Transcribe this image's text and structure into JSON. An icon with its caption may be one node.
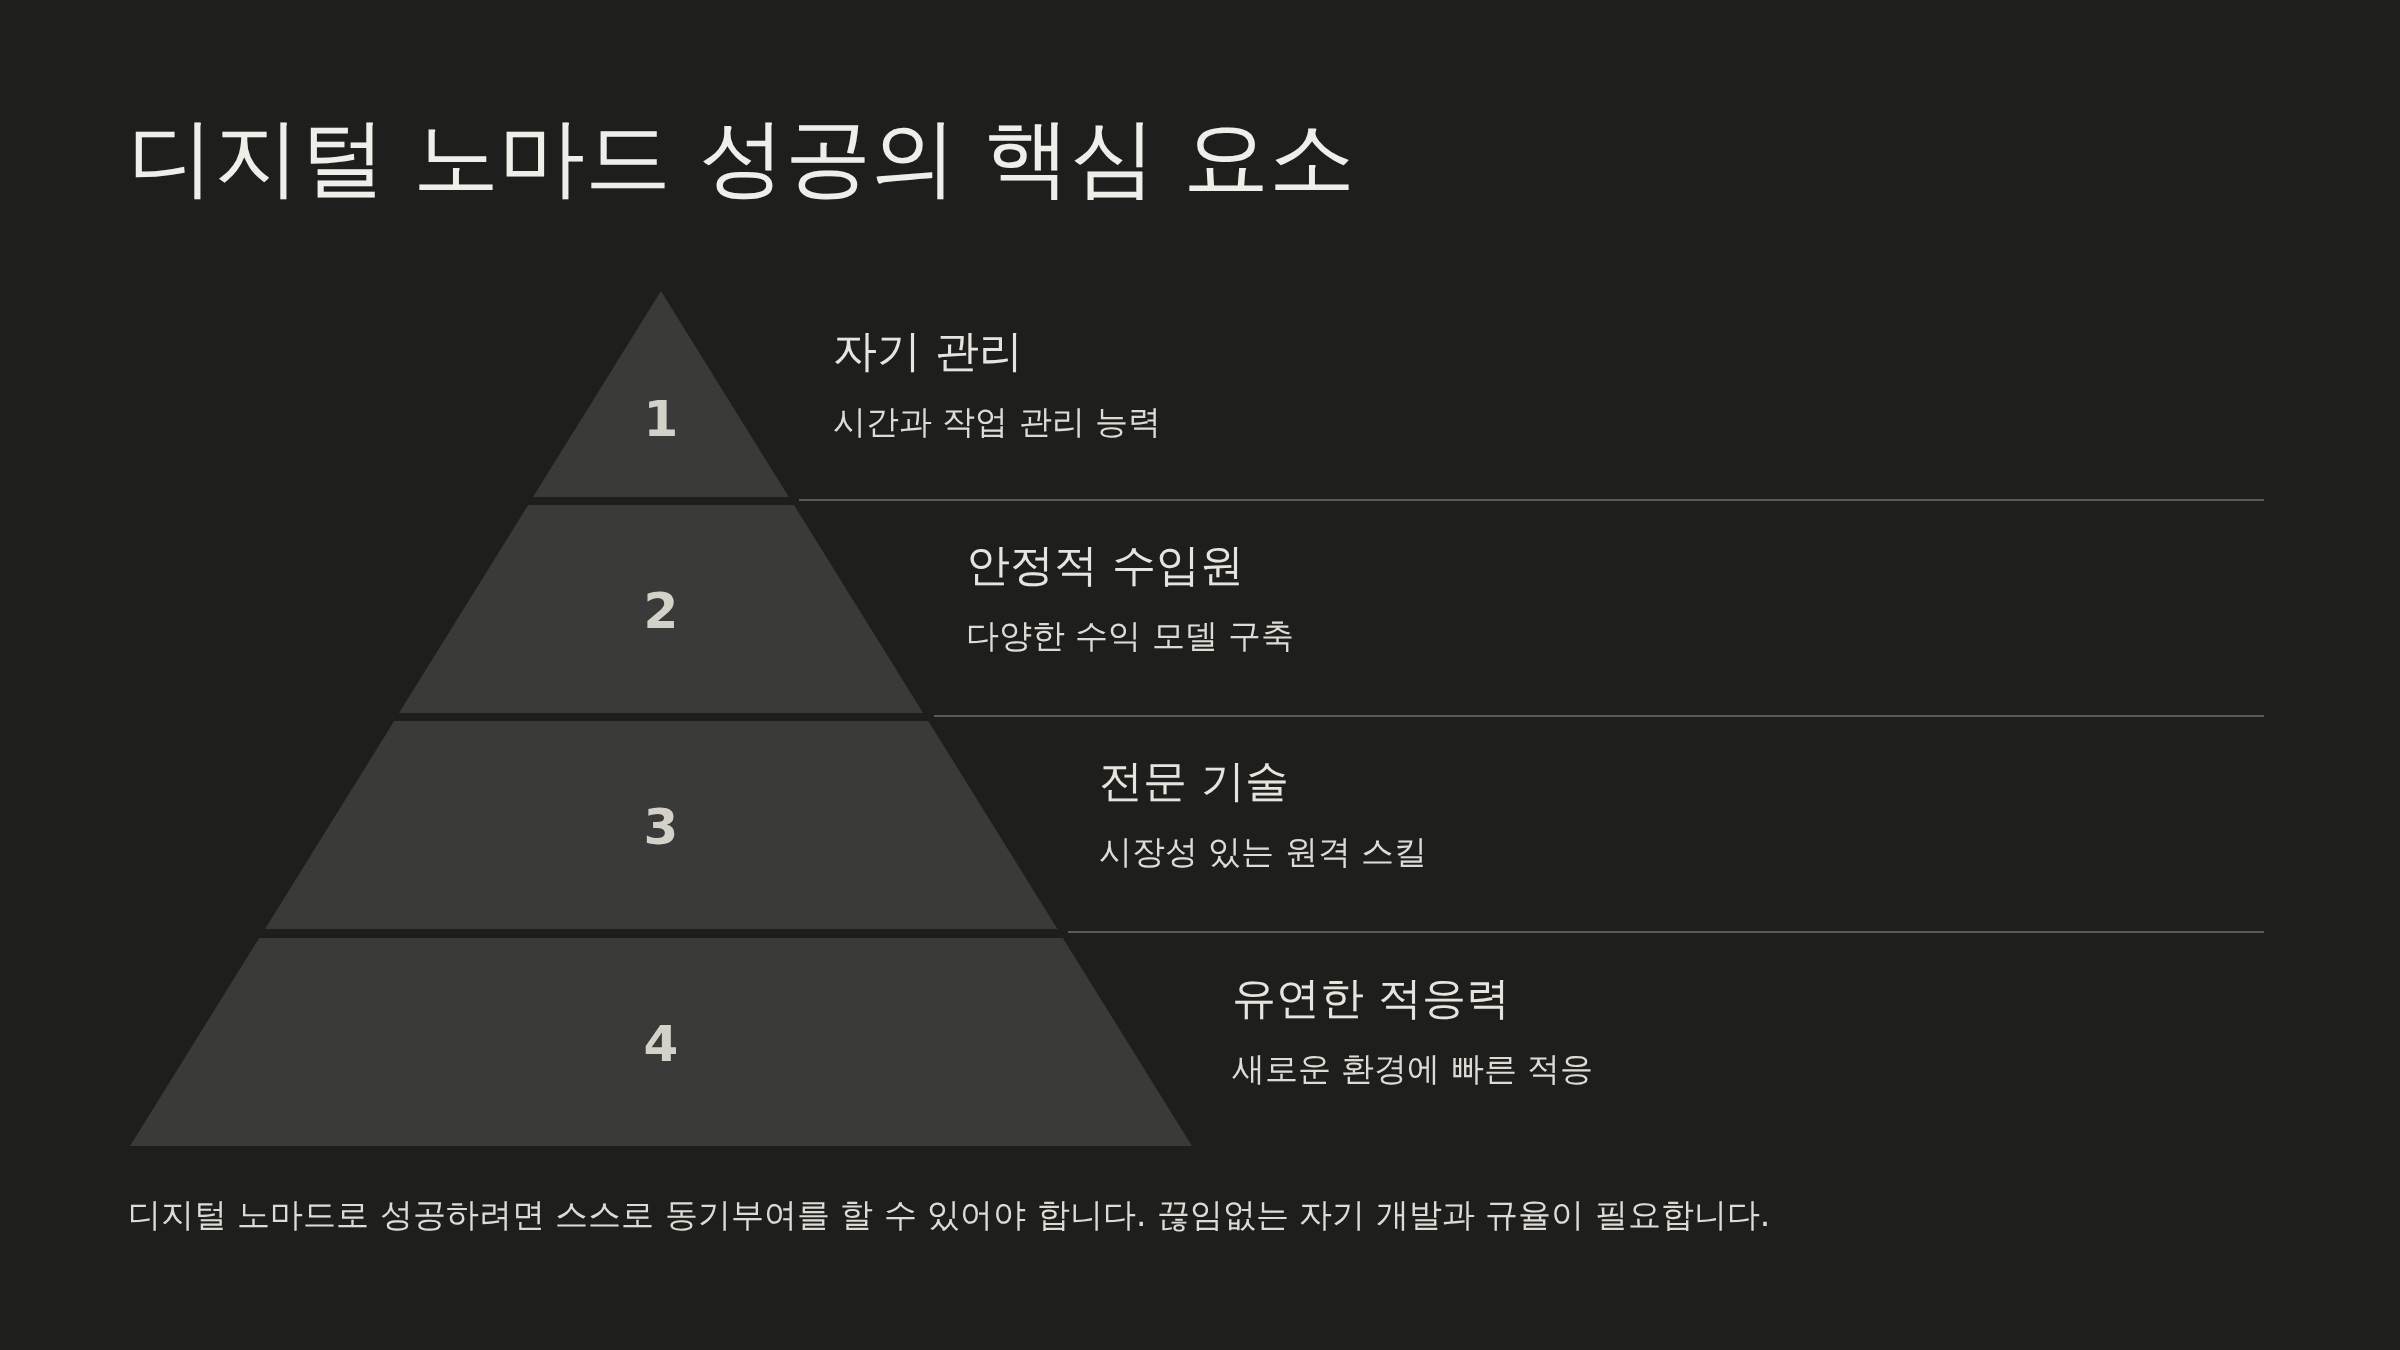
{
  "diagram": {
    "title": "디지털 노마드 성공의 핵심 요소",
    "nodes": [
      {
        "text": [
          "1"
        ],
        "beside": [
          "자기 관리",
          "시간과 작업 관리 능력"
        ]
      },
      {
        "text": [
          "2"
        ],
        "beside": [
          "안정적 수입원",
          "다양한 수익 모델 구축"
        ]
      },
      {
        "text": [
          "3"
        ],
        "beside": [
          "전문 기술",
          "시장성 있는 원격 스킬"
        ]
      },
      {
        "text": [
          "4"
        ],
        "beside": [
          "유연한 적응력",
          "새로운 환경에 빠른 적응"
        ]
      }
    ],
    "caption": "디지털 노마드로 성공하려면 스스로 동기부여를 할 수 있어야 합니다. 끊임없는 자기 개발과 규율이 필요합니다."
  }
}
